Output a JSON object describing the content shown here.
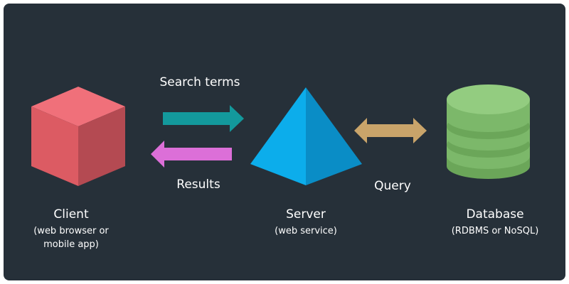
{
  "diagram": {
    "flows": {
      "search_terms": "Search terms",
      "results": "Results",
      "query": "Query"
    },
    "nodes": {
      "client": {
        "title": "Client",
        "subtitle_line1": "(web browser or",
        "subtitle_line2": "mobile app)"
      },
      "server": {
        "title": "Server",
        "subtitle": "(web service)"
      },
      "database": {
        "title": "Database",
        "subtitle": "(RDBMS or NoSQL)"
      }
    }
  },
  "colors": {
    "background": "#263039",
    "client_cube": "#e65c63",
    "server_pyramid": "#0aa0dc",
    "database_cylinder": "#7cb86a",
    "search_arrow": "#13999c",
    "results_arrow": "#dc6fd8",
    "query_arrow": "#c9a46a",
    "text": "#ffffff"
  },
  "icons": {
    "client": "cube-icon",
    "server": "pyramid-icon",
    "database": "database-cylinder-icon"
  }
}
